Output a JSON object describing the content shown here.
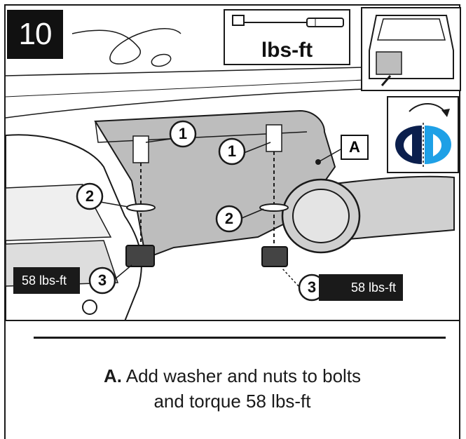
{
  "step": {
    "number": "10"
  },
  "torque_spec": {
    "unit": "lbs-ft",
    "wrench_icon": "torque-wrench-icon"
  },
  "callouts": {
    "bolt_1": "1",
    "washer_2": "2",
    "nut_3": "3",
    "bracket_label": "A"
  },
  "torque_tags": {
    "left": "58 lbs-ft",
    "right": "58 lbs-ft"
  },
  "instruction": {
    "letter": "A.",
    "line1": " Add washer and nuts to bolts",
    "line2": "and torque 58 lbs-ft"
  },
  "colors": {
    "ink": "#1a1a1a",
    "bracket_gray": "#bdbdbd",
    "logo_navy": "#0b1f4d",
    "logo_blue": "#1ea0e6"
  }
}
